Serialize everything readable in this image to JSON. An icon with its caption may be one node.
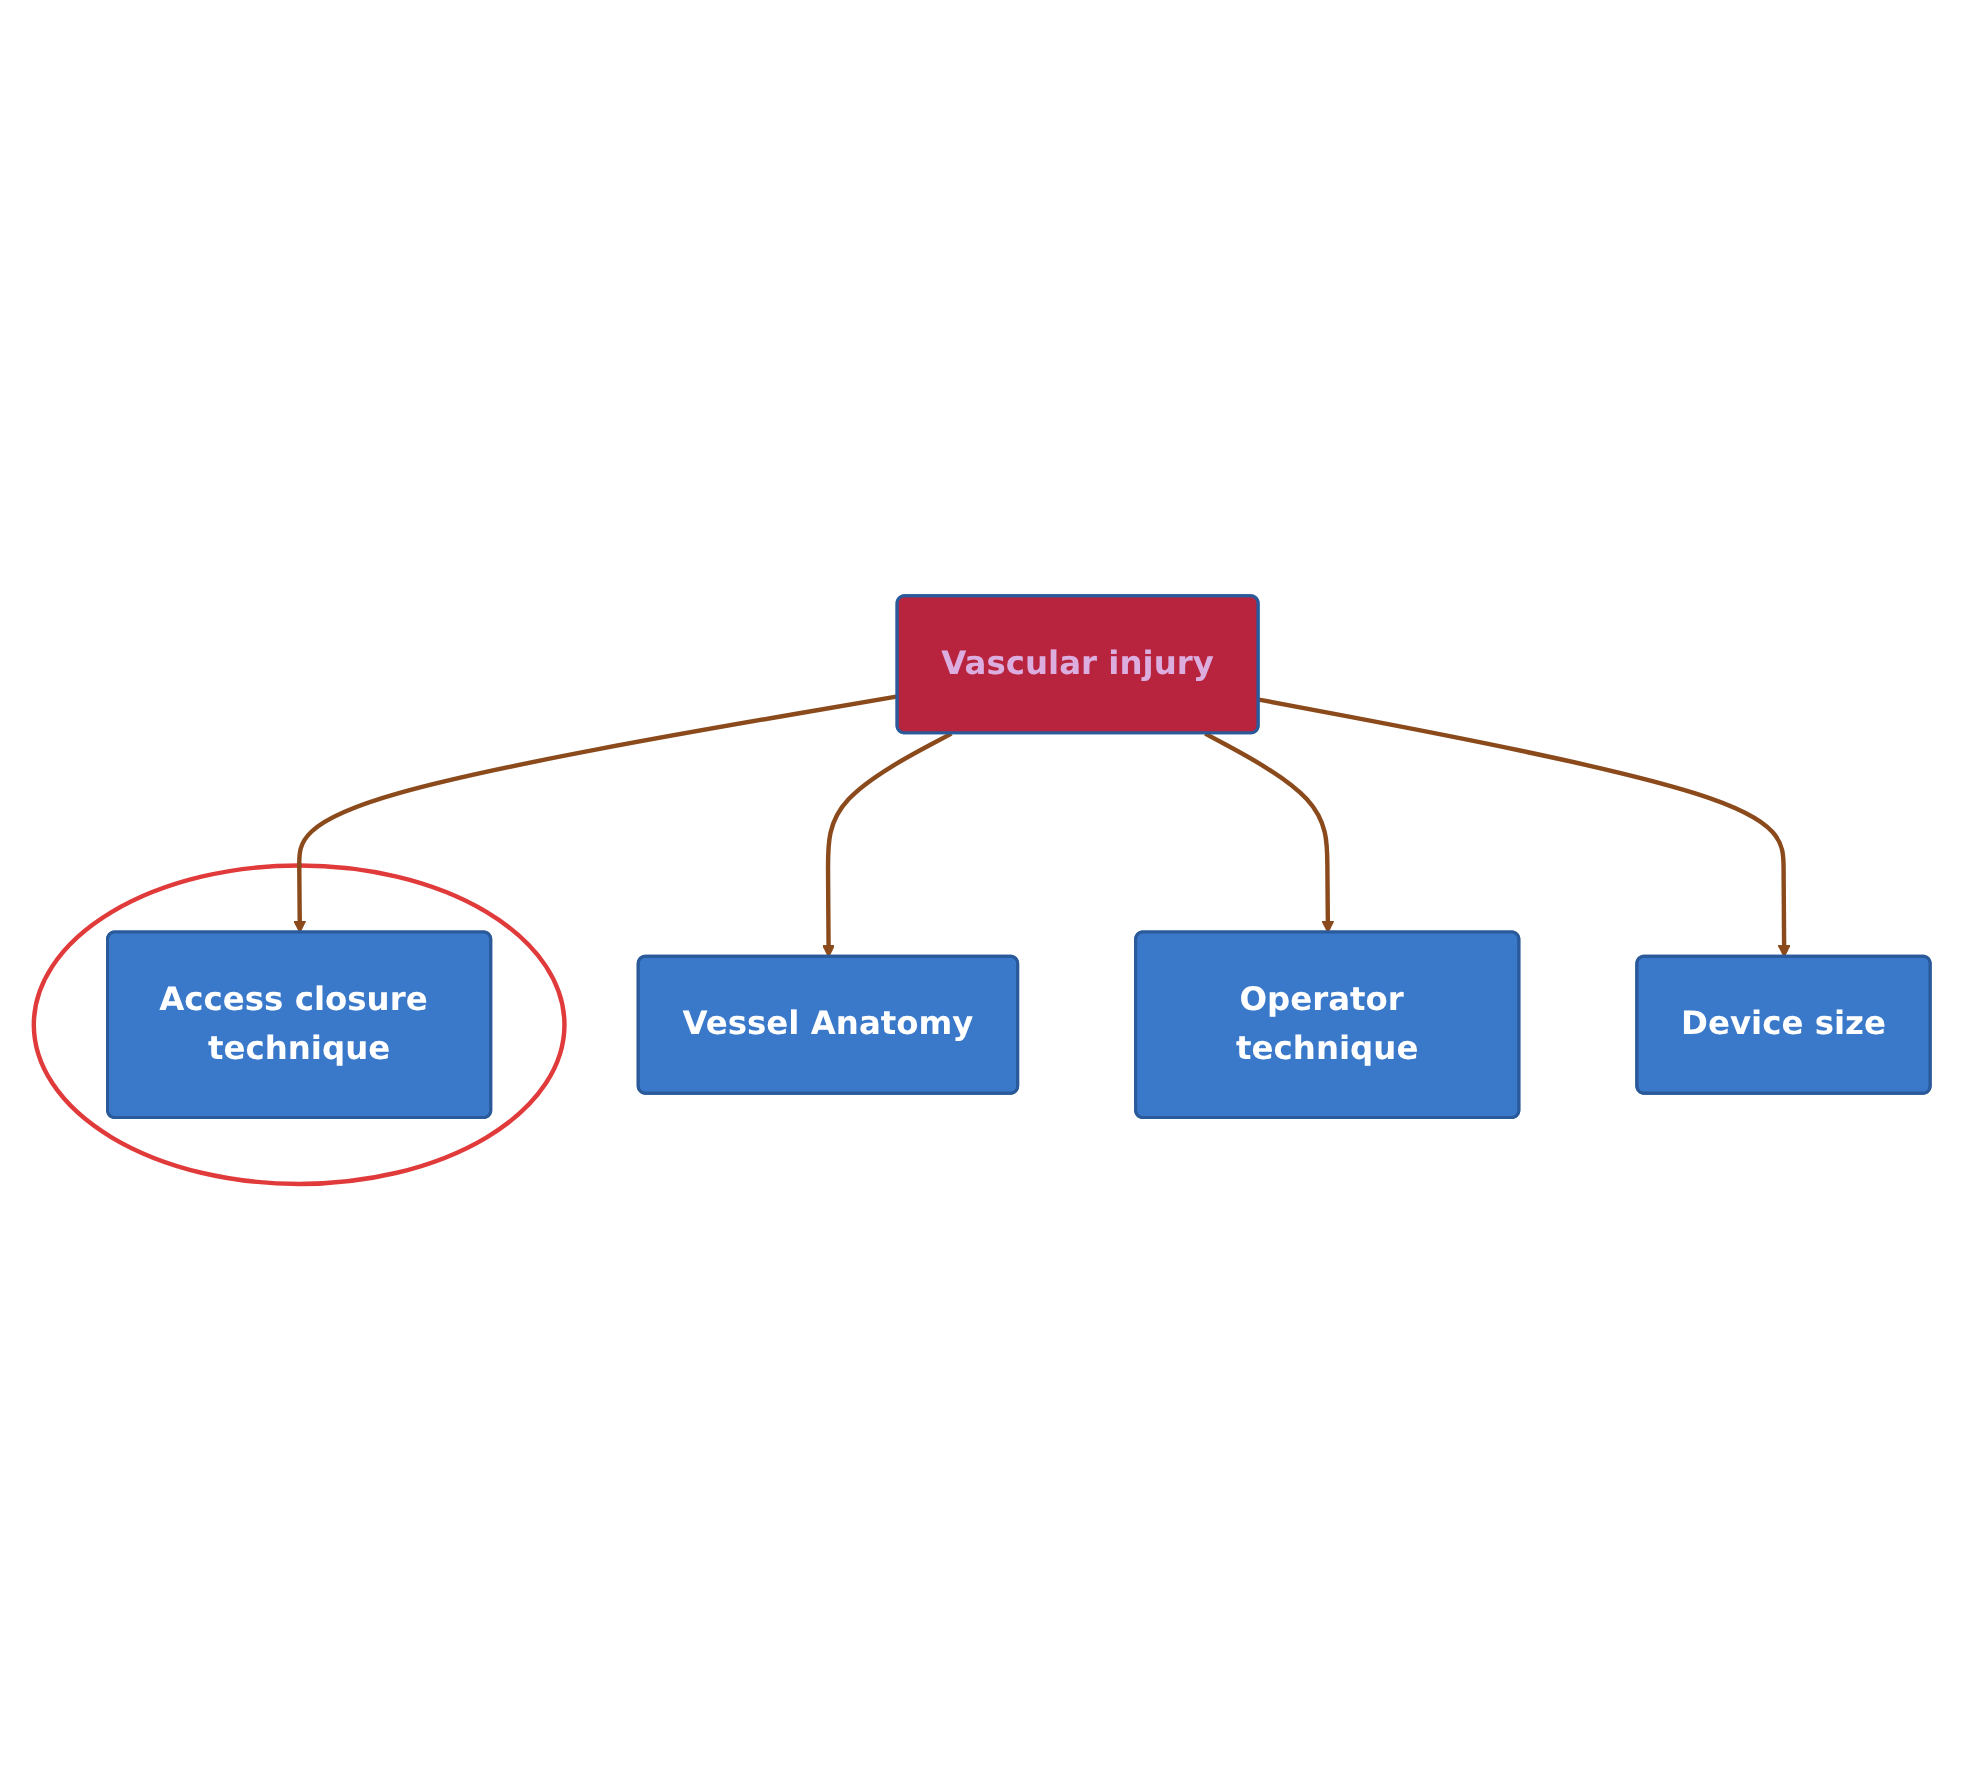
{
  "diagram": {
    "nodes": [
      {
        "text": [
          "Vessel Anatomy"
        ]
      },
      {
        "text": [
          "Operator technique"
        ]
      },
      {
        "text": [
          "Vascular injury"
        ]
      },
      {
        "text": [
          "Device size"
        ]
      },
      {
        "text": [],
        "shape": "circle"
      },
      {
        "text": [
          "Access closure technique"
        ],
        "in": 4
      }
    ],
    "edges": [
      {
        "from": 2,
        "to": 0,
        "arrow": "to"
      },
      {
        "from": 2,
        "to": 1,
        "arrow": "to"
      },
      {
        "from": 2,
        "to": 3,
        "arrow": "to"
      },
      {
        "from": 2,
        "to": 5,
        "arrow": "to"
      }
    ]
  }
}
